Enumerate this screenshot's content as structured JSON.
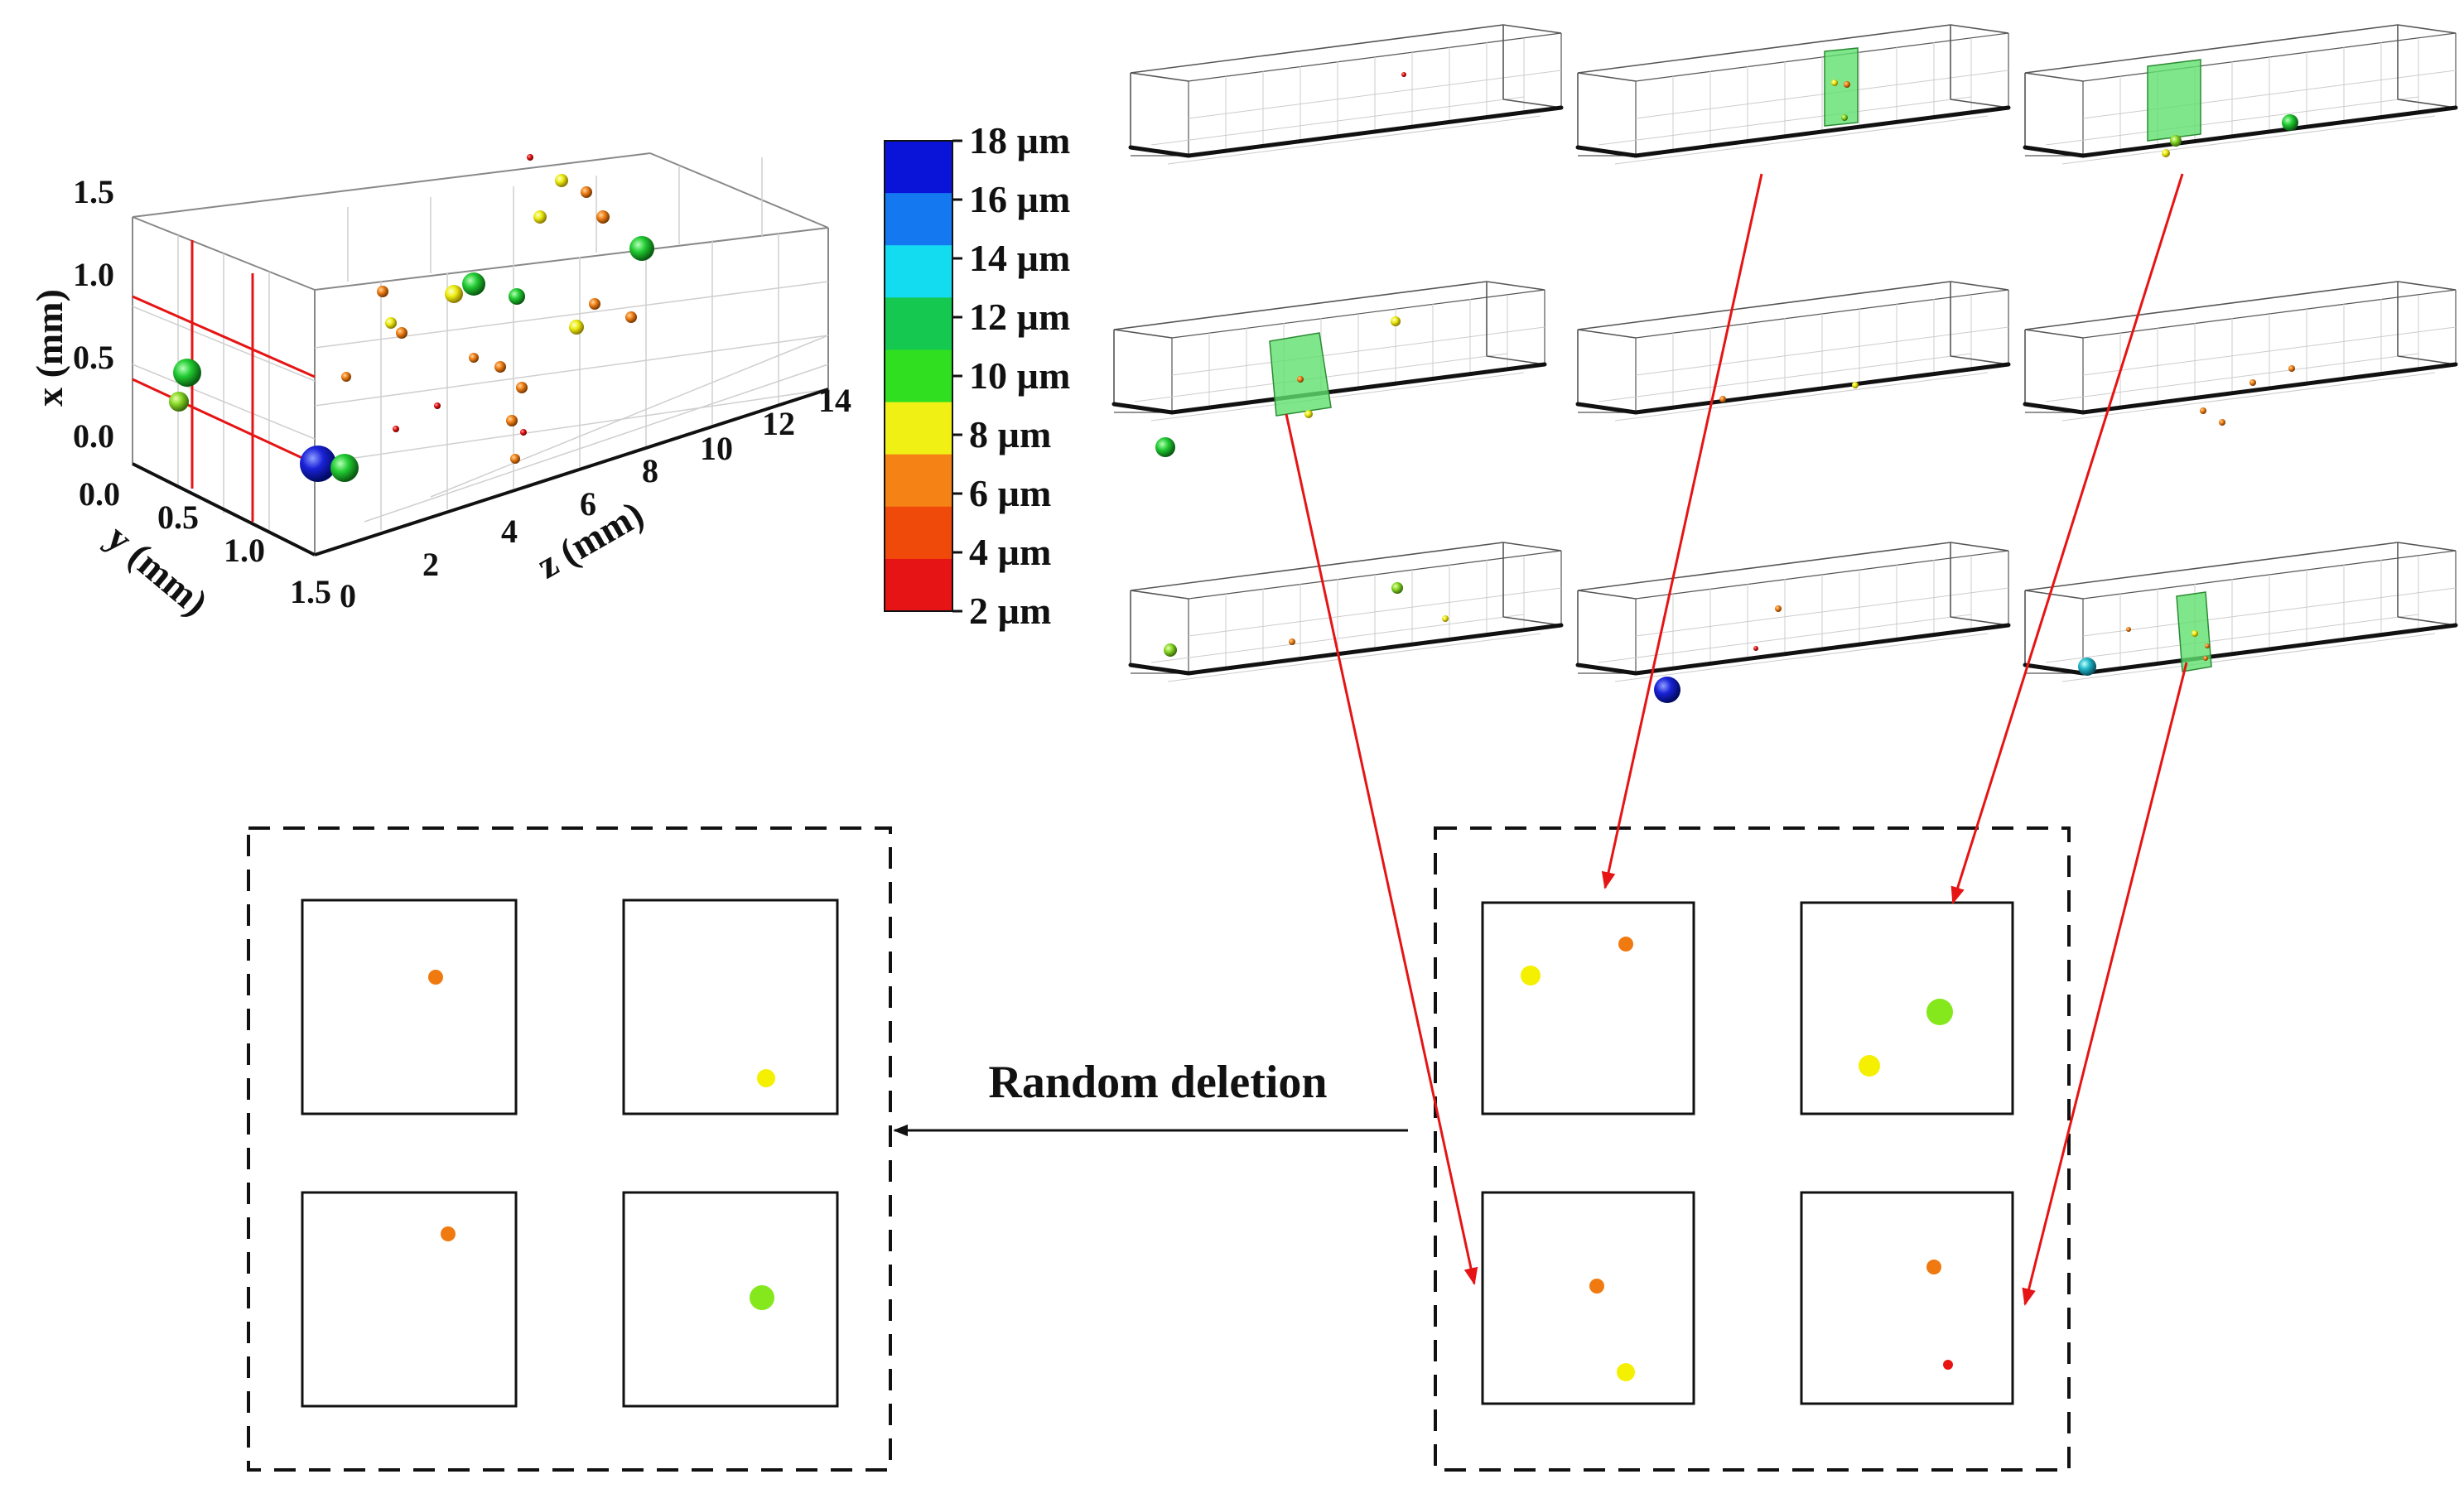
{
  "scatter3d": {
    "x_axis": {
      "title": "x (mm)",
      "ticks": [
        "0.0",
        "0.5",
        "1.0",
        "1.5"
      ]
    },
    "y_axis": {
      "title": "y (mm)",
      "ticks": [
        "0.0",
        "0.5",
        "1.0",
        "1.5"
      ]
    },
    "z_axis": {
      "title": "z (mm)",
      "ticks": [
        "0",
        "2",
        "4",
        "6",
        "8",
        "10",
        "12",
        "14"
      ]
    }
  },
  "colorbar": {
    "labels": [
      "18 µm",
      "16 µm",
      "14 µm",
      "12 µm",
      "10 µm",
      "8 µm",
      "6 µm",
      "4 µm",
      "2 µm"
    ],
    "colors": [
      "#0a14d8",
      "#1478f0",
      "#14dcf0",
      "#14c850",
      "#30e020",
      "#f0f014",
      "#f58214",
      "#f04a0a",
      "#e61414"
    ]
  },
  "arrow_label": "Random deletion",
  "colors": {
    "red_line": "#e61414",
    "slice_green": "#5fe06e",
    "orange": "#f07a10",
    "yellow": "#f5f000",
    "lime": "#84e81c",
    "red_dot": "#e81414"
  }
}
